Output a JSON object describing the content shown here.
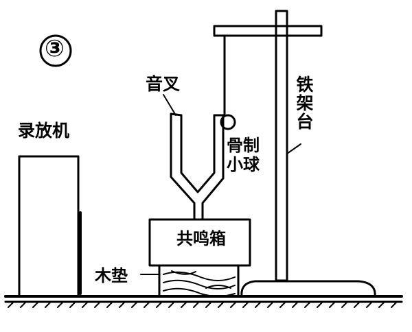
{
  "figure_number": "③",
  "labels": {
    "tape_recorder": "录放机",
    "tuning_fork": "音叉",
    "iron_stand": "铁架台",
    "small_ball_line1": "骨制",
    "small_ball_line2": "小球",
    "resonance_box": "共鸣箱",
    "wood_pad": "木垫"
  },
  "colors": {
    "ink": "#000000",
    "paper": "#ffffff"
  }
}
